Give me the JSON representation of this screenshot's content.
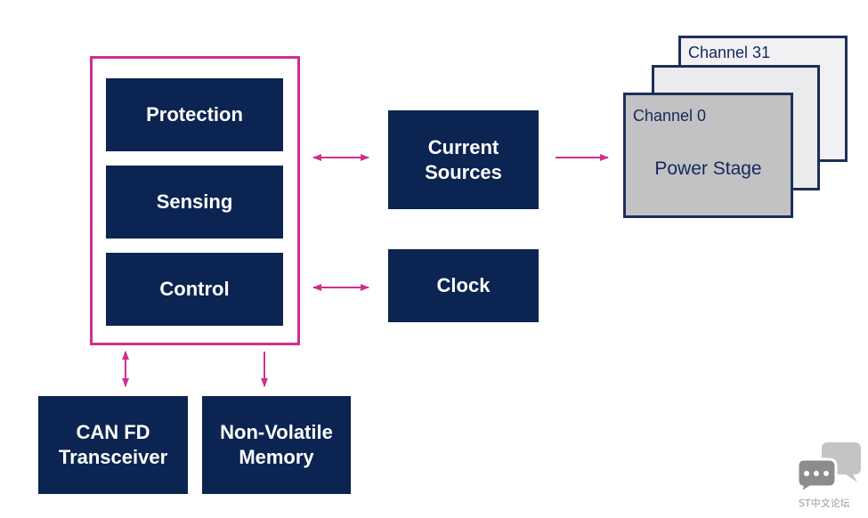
{
  "diagram": {
    "controller_blocks": {
      "protection": "Protection",
      "sensing": "Sensing",
      "control": "Control"
    },
    "current_sources": "Current\nSources",
    "clock": "Clock",
    "can_fd_transceiver": "CAN FD\nTransceiver",
    "non_volatile_memory": "Non-Volatile\nMemory",
    "channels": {
      "back_label": "Channel 31",
      "front_label": "Channel 0",
      "stage_title": "Power Stage"
    }
  },
  "colors": {
    "block": "#0b2451",
    "accent": "#cf2f8d",
    "stage_front": "#c2c2c4",
    "stage_back": "#f1f1f3",
    "stage_border": "#1c2f5c"
  },
  "watermark": {
    "icon": "chat-bubbles-icon",
    "text": "ST中文论坛"
  }
}
